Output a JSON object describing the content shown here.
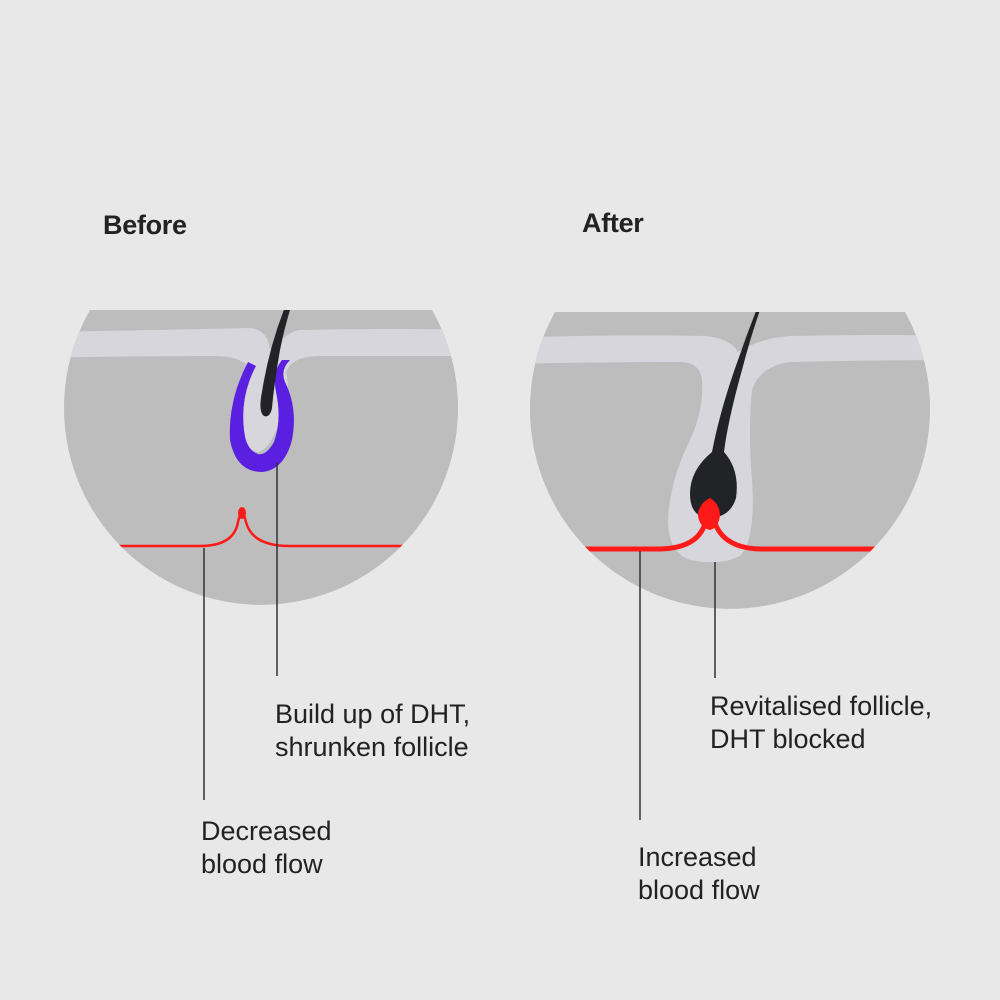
{
  "before": {
    "heading": "Before",
    "follicle_label": [
      "Build up of DHT,",
      "shrunken follicle"
    ],
    "blood_label": [
      "Decreased",
      "blood flow"
    ]
  },
  "after": {
    "heading": "After",
    "follicle_label": [
      "Revitalised follicle,",
      "DHT blocked"
    ],
    "blood_label": [
      "Increased",
      "blood flow"
    ]
  },
  "colors": {
    "background": "#e8e8e8",
    "skin": "#bdbdbd",
    "epidermis": "#d6d6dc",
    "hair": "#222326",
    "dht_buildup": "#5a1fe0",
    "blood_vessel": "#ff1a1a",
    "leader_line": "#333333",
    "text": "#222222"
  }
}
